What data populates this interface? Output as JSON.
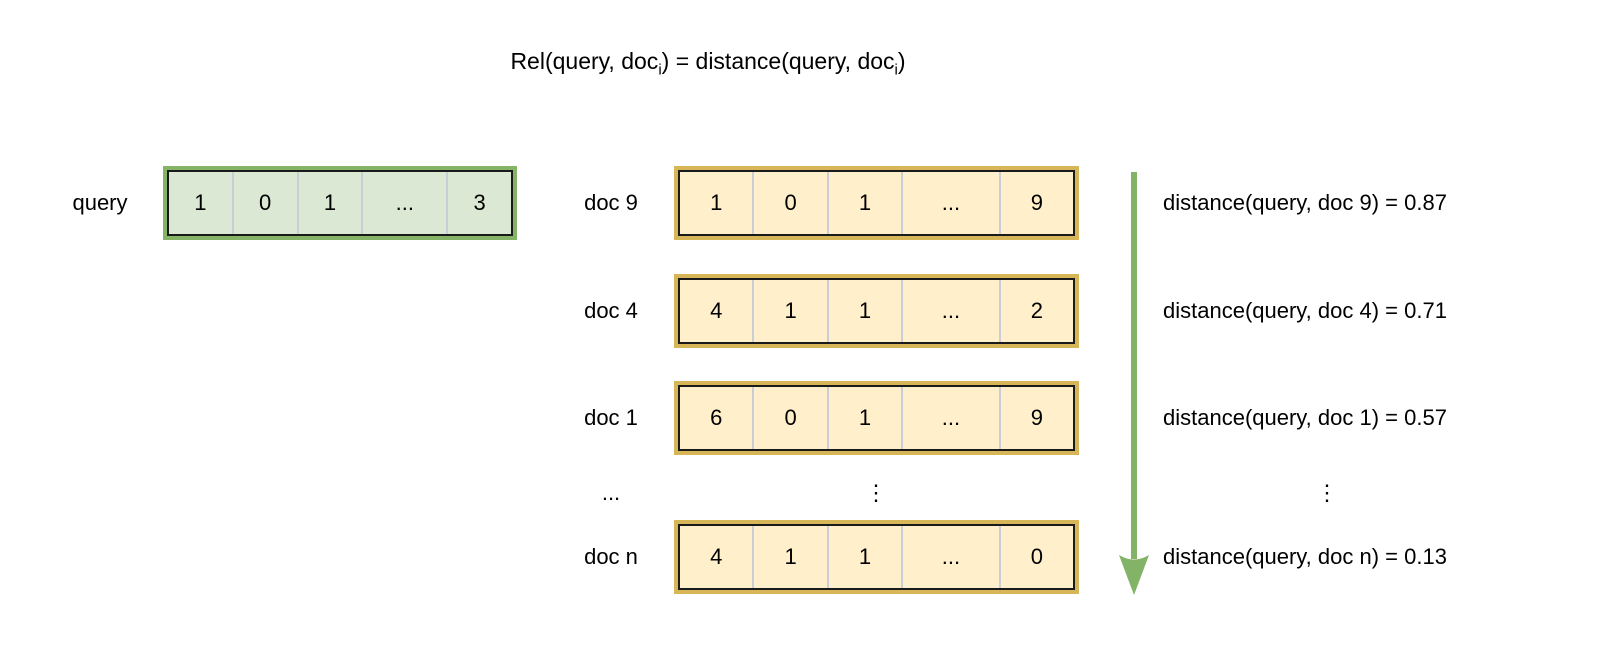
{
  "colors": {
    "query_fill": "#dbe8d3",
    "query_accent": "#85b466",
    "doc_fill": "#ffefca",
    "doc_accent": "#d6b656",
    "stroke_dark": "#1a1a1a",
    "separator": "#c9cdd6",
    "arrow_green": "#82b366"
  },
  "title": {
    "prefix": "Rel(query, doc",
    "sub1": "i",
    "middle": ") = distance(query, doc",
    "sub2": "i",
    "suffix": ")"
  },
  "query": {
    "label": "query",
    "cells": [
      "1",
      "0",
      "1",
      "...",
      "3"
    ]
  },
  "docs": [
    {
      "label": "doc 9",
      "cells": [
        "1",
        "0",
        "1",
        "...",
        "9"
      ],
      "distance": "distance(query, doc 9) = 0.87"
    },
    {
      "label": "doc 4",
      "cells": [
        "4",
        "1",
        "1",
        "...",
        "2"
      ],
      "distance": "distance(query, doc 4) = 0.71"
    },
    {
      "label": "doc 1",
      "cells": [
        "6",
        "0",
        "1",
        "...",
        "9"
      ],
      "distance": "distance(query, doc 1) = 0.57"
    },
    {
      "label": "doc n",
      "cells": [
        "4",
        "1",
        "1",
        "...",
        "0"
      ],
      "distance": "distance(query, doc n) = 0.13"
    }
  ],
  "ellipsis": {
    "labels_col": "...",
    "vector_col": "⋮",
    "distance_col": "⋮"
  }
}
